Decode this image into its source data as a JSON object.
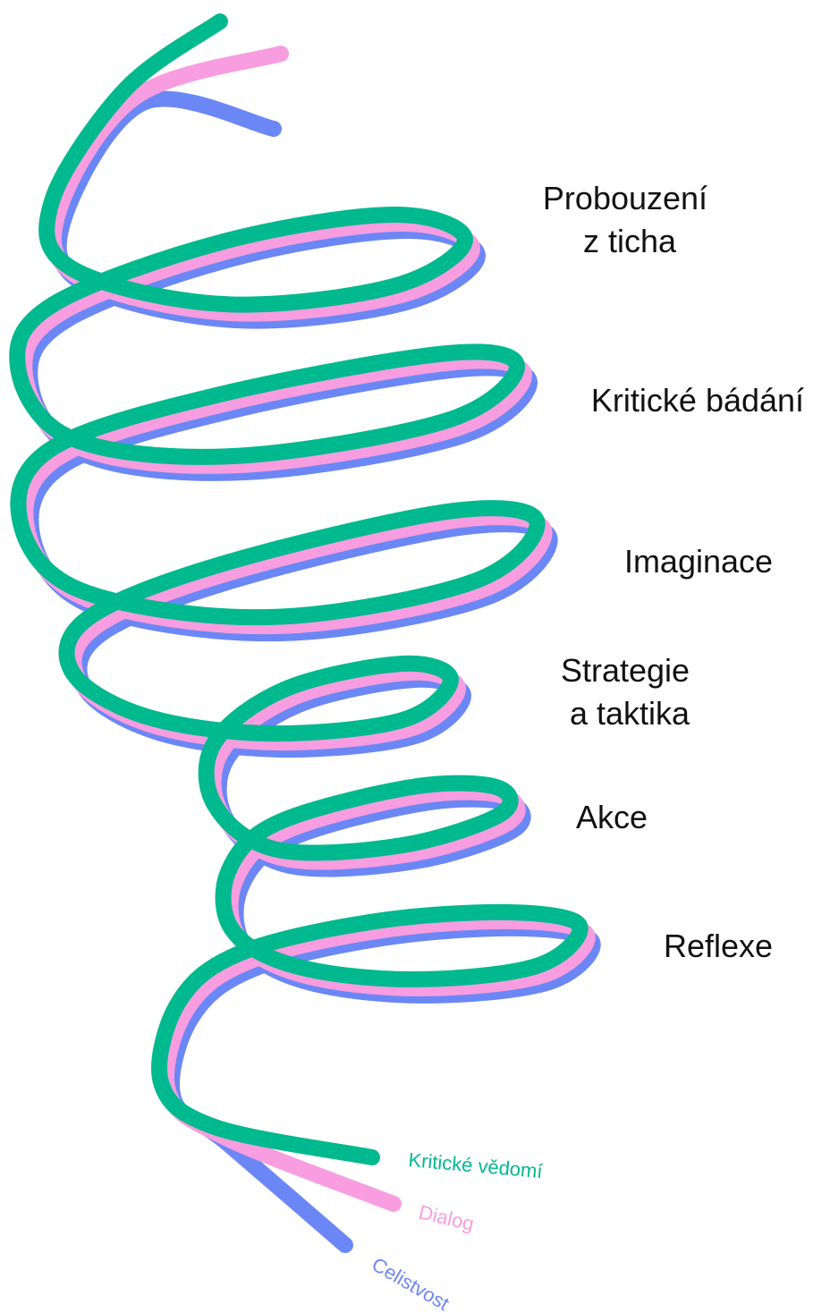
{
  "stages": [
    {
      "lines": [
        "Probouzení",
        "z ticha"
      ]
    },
    {
      "lines": [
        "Kritické bádání"
      ]
    },
    {
      "lines": [
        "Imaginace"
      ]
    },
    {
      "lines": [
        "Strategie",
        "a taktika"
      ]
    },
    {
      "lines": [
        "Akce"
      ]
    },
    {
      "lines": [
        "Reflexe"
      ]
    }
  ],
  "strands": [
    {
      "label": "Celistvost",
      "color": "#6b87f5"
    },
    {
      "label": "Dialog",
      "color": "#f79de0"
    },
    {
      "label": "Kritické vědomí",
      "color": "#00b98e"
    }
  ]
}
